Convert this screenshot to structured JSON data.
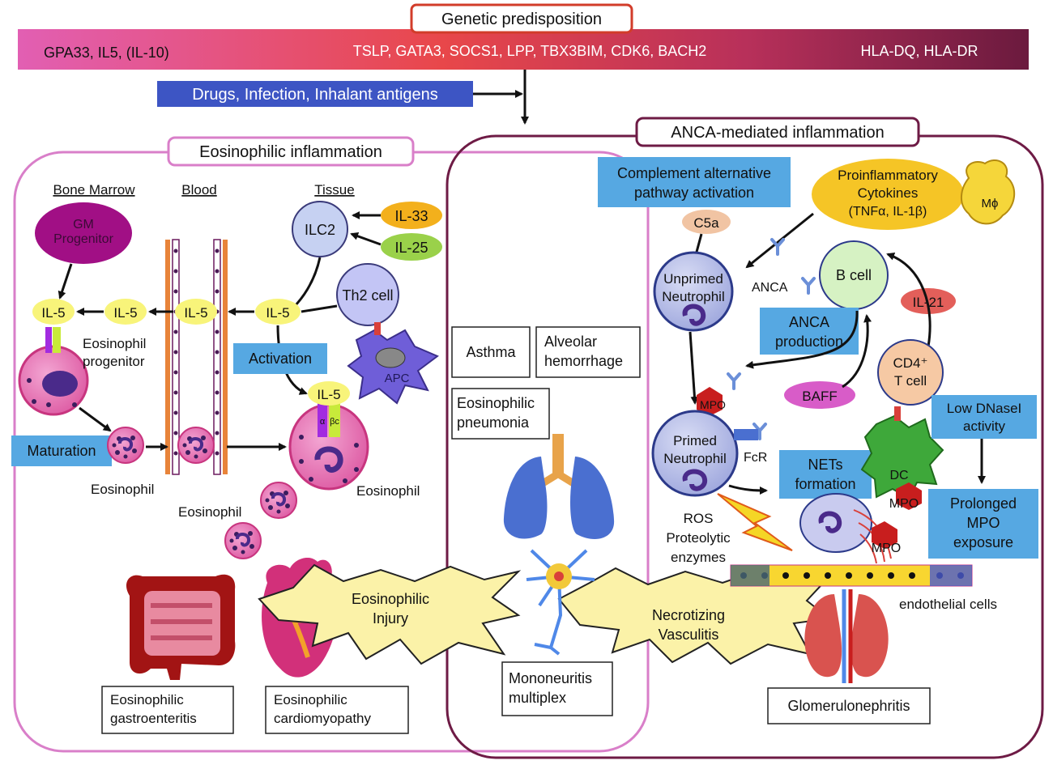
{
  "header": {
    "title": "Genetic predisposition",
    "genes_left": "GPA33, IL5, (IL-10)",
    "genes_mid": "TSLP, GATA3, SOCS1, LPP, TBX3BIM, CDK6, BACH2",
    "genes_right": "HLA-DQ, HLA-DR",
    "triggers": "Drugs, Infection, Inhalant antigens"
  },
  "eosinophilic": {
    "title": "Eosinophilic inflammation",
    "col_bone_marrow": "Bone Marrow",
    "col_blood": "Blood",
    "col_tissue": "Tissue",
    "gm_progenitor": [
      "GM",
      "Progenitor"
    ],
    "ilc2": "ILC2",
    "il33": "IL-33",
    "il25": "IL-25",
    "th2": "Th2 cell",
    "il5": "IL-5",
    "apc": "APC",
    "activation": "Activation",
    "maturation": "Maturation",
    "eos_progenitor": [
      "Eosinophil",
      "progenitor"
    ],
    "eosinophil": "Eosinophil",
    "receptor_bc": "βc",
    "receptor_a": "α",
    "injury": [
      "Eosinophilic",
      "Injury"
    ],
    "gastro": [
      "Eosinophilic",
      "gastroenteritis"
    ],
    "cardio": [
      "Eosinophilic",
      "cardiomyopathy"
    ]
  },
  "overlap": {
    "asthma": "Asthma",
    "alveolar": [
      "Alveolar",
      "hemorrhage"
    ],
    "pneumonia": [
      "Eosinophilic",
      "pneumonia"
    ],
    "mononeuritis": [
      "Mononeuritis",
      "multiplex"
    ]
  },
  "anca": {
    "title": "ANCA-mediated inflammation",
    "complement": [
      "Complement alternative",
      "pathway activation"
    ],
    "c5a": "C5a",
    "cytokines": [
      "Proinflammatory",
      "Cytokines",
      "(TNFα, IL-1β)"
    ],
    "macrophage": "Mϕ",
    "unprimed": [
      "Unprimed",
      "Neutrophil"
    ],
    "anca_label": "ANCA",
    "b_cell": "B cell",
    "anca_production": [
      "ANCA",
      "production"
    ],
    "il21": "IL-21",
    "cd4": [
      "CD4⁺",
      "T cell"
    ],
    "mpo": "MPO",
    "baff": "BAFF",
    "primed": [
      "Primed",
      "Neutrophil"
    ],
    "fcr": "FcR",
    "low_dnase": [
      "Low DNaseI",
      "activity"
    ],
    "nets": [
      "NETs",
      "formation"
    ],
    "dc": "DC",
    "prolonged": [
      "Prolonged",
      "MPO",
      "exposure"
    ],
    "ros": [
      "ROS",
      "Proteolytic",
      "enzymes"
    ],
    "endothelial": "endothelial cells",
    "vasculitis": [
      "Necrotizing",
      "Vasculitis"
    ],
    "glomerulo": "Glomerulonephritis"
  },
  "colors": {
    "gradient_start": "#e25fb3",
    "gradient_mid": "#e8474a",
    "gradient_end": "#6b1a3e",
    "eos_frame": "#d97fc9",
    "anca_frame": "#6e1b45",
    "blue_box": "#56a8e2",
    "il5_yellow": "#f8f47a",
    "eosinophil_pink": "#e05aa0"
  }
}
